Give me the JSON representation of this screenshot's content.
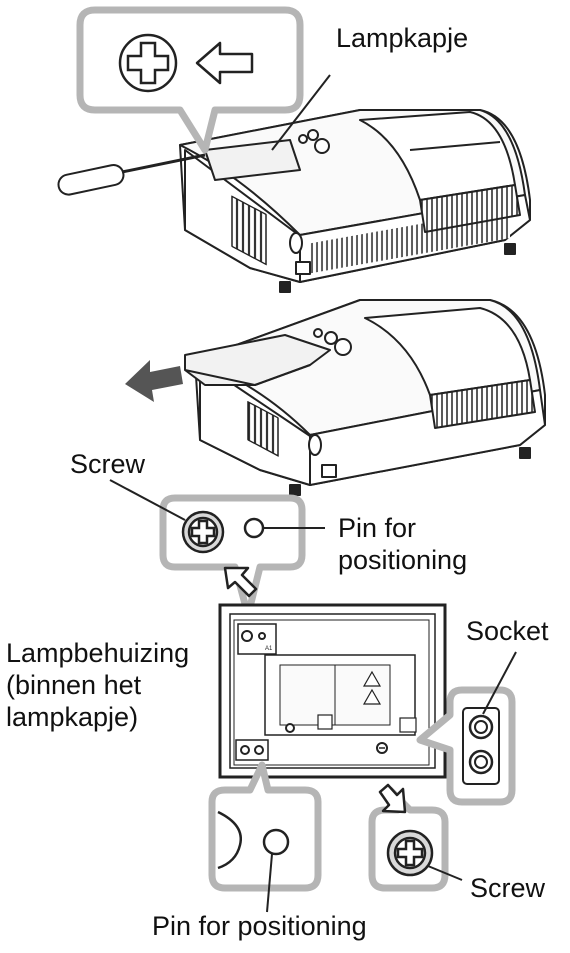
{
  "labels": {
    "lamp_cover": "Lampkapje",
    "screw_top": "Screw",
    "pin_top_line1": "Pin for",
    "pin_top_line2": "positioning",
    "housing_line1": "Lampbehuizing",
    "housing_line2": "(binnen het",
    "housing_line3": "lampkapje)",
    "socket": "Socket",
    "screw_bottom": "Screw",
    "pin_bottom": "Pin for positioning"
  },
  "colors": {
    "line": "#222222",
    "callout_frame": "#b5b5b5",
    "arrow_gray": "#555555",
    "fill_light": "#f2f2f2",
    "fill_mid": "#d9d9d9"
  },
  "icons": [
    "screw-icon",
    "arrow-left-icon",
    "arrow-up-right-icon",
    "arrow-down-right-icon",
    "pull-arrow-icon",
    "screwdriver-icon"
  ]
}
